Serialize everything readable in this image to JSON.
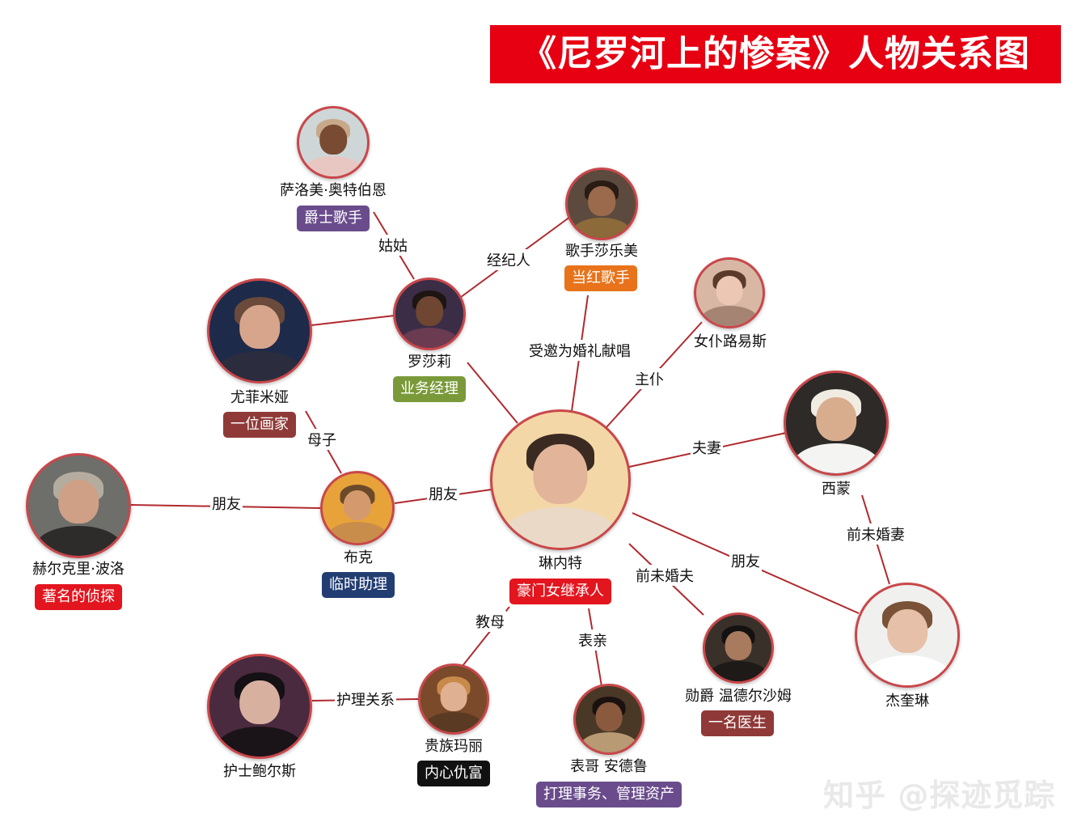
{
  "title": "《尼罗河上的惨案》人物关系图",
  "watermark": "知乎 @探迹觅踪",
  "colors": {
    "title_bg": "#e60012",
    "node_border": "#c9474a",
    "line": "#b02a2e",
    "tag_purple": "#6a4c8c",
    "tag_orange": "#e8731a",
    "tag_green": "#7a9a3a",
    "tag_brown": "#8f3a38",
    "tag_red": "#e3151e",
    "tag_navy": "#223d72",
    "tag_black": "#111111"
  },
  "people": {
    "salome": {
      "name": "萨洛美·奥特伯恩",
      "tag": "爵士歌手"
    },
    "singer": {
      "name": "歌手莎乐美",
      "tag": "当红歌手"
    },
    "rosalie": {
      "name": "罗莎莉",
      "tag": "业务经理"
    },
    "euphemia": {
      "name": "尤菲米娅",
      "tag": "一位画家"
    },
    "maid": {
      "name": "女仆路易斯"
    },
    "simon": {
      "name": "西蒙"
    },
    "linnet": {
      "name": "琳内特",
      "tag": "豪门女继承人"
    },
    "bouc": {
      "name": "布克",
      "tag": "临时助理"
    },
    "poirot": {
      "name": "赫尔克里·波洛",
      "tag": "著名的侦探"
    },
    "jacqueline": {
      "name": "杰奎琳"
    },
    "windlesham": {
      "name": "勋爵 温德尔沙姆",
      "tag": "一名医生"
    },
    "marie": {
      "name": "贵族玛丽",
      "tag": "内心仇富"
    },
    "andrew": {
      "name": "表哥 安德鲁",
      "tag": "打理事务、管理资产"
    },
    "bowers": {
      "name": "护士鲍尔斯"
    }
  },
  "relations": {
    "aunt": "姑姑",
    "agent": "经纪人",
    "invited": "受邀为婚礼献唱",
    "servant": "主仆",
    "couple": "夫妻",
    "ex_fiancee": "前未婚妻",
    "mother_son": "母子",
    "friend_bouc": "朋友",
    "friend_poirot": "朋友",
    "friend_jac": "朋友",
    "ex_fiance": "前未婚夫",
    "godmother": "教母",
    "cousin": "表亲",
    "nursing": "护理关系"
  }
}
